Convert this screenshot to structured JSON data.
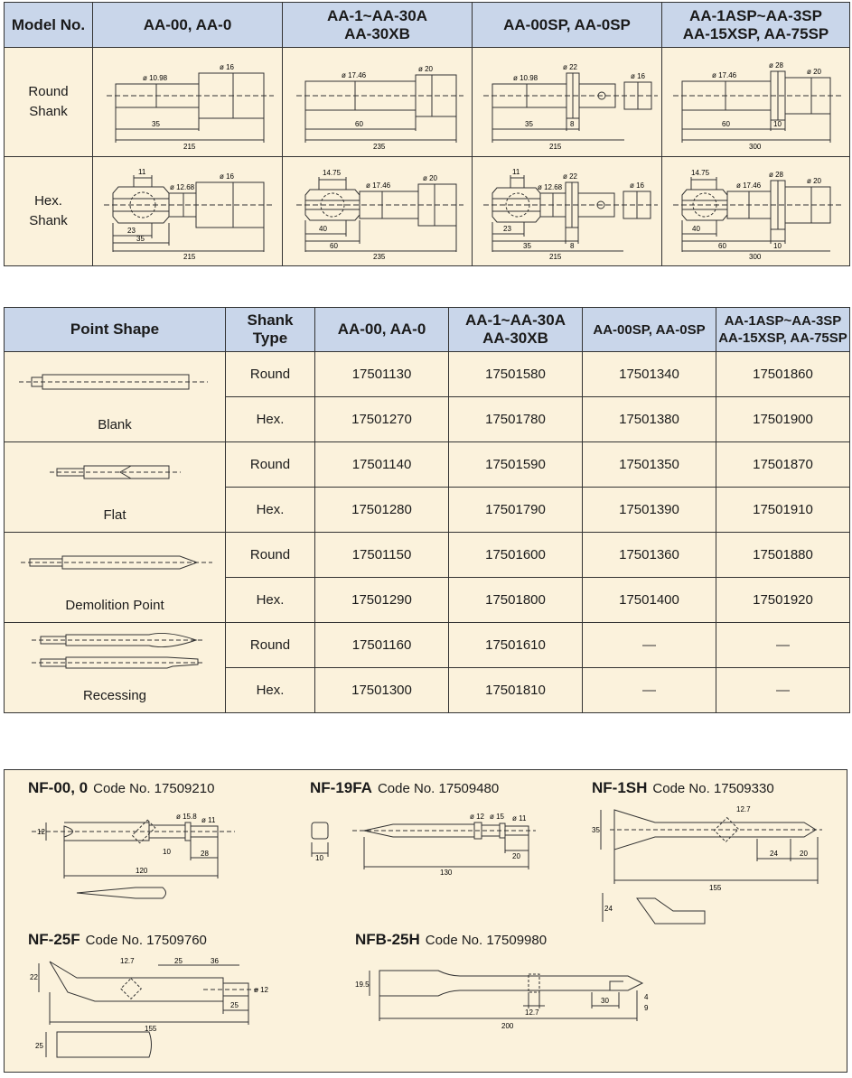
{
  "model_table": {
    "headers": [
      "Model No.",
      "AA-00, AA-0",
      "AA-1~AA-30A",
      "AA-30XB",
      "AA-00SP, AA-0SP",
      "AA-1ASP~AA-3SP",
      "AA-15XSP, AA-75SP"
    ],
    "rows": [
      {
        "label_1": "Round",
        "label_2": "Shank",
        "d1": {
          "dia_small": "ø 10.98",
          "dia_large": "ø 16",
          "len_a": "35",
          "len_total": "215"
        },
        "d2": {
          "dia_small": "ø 17.46",
          "dia_large": "ø 20",
          "len_a": "60",
          "len_total": "235"
        },
        "d3": {
          "dia_small": "ø 10.98",
          "dia_collar": "ø 22",
          "dia_large": "ø 16",
          "len_a": "35",
          "len_b": "8",
          "len_total": "215"
        },
        "d4": {
          "dia_small": "ø 17.46",
          "dia_collar": "ø 28",
          "dia_large": "ø 20",
          "len_a": "60",
          "len_b": "10",
          "len_total": "300"
        }
      },
      {
        "label_1": "Hex.",
        "label_2": "Shank",
        "d1": {
          "hex": "11",
          "dia_small": "ø 12.68",
          "dia_large": "ø 16",
          "len_a": "23",
          "len_b": "35",
          "len_total": "215"
        },
        "d2": {
          "hex": "14.75",
          "dia_small": "ø 17.46",
          "dia_large": "ø 20",
          "len_a": "40",
          "len_b": "60",
          "len_total": "235"
        },
        "d3": {
          "hex": "11",
          "dia_small": "ø 12.68",
          "dia_collar": "ø 22",
          "dia_large": "ø 16",
          "len_a": "23",
          "len_b": "35",
          "len_c": "8",
          "len_total": "215"
        },
        "d4": {
          "hex": "14.75",
          "dia_small": "ø 17.46",
          "dia_collar": "ø 28",
          "dia_large": "ø 20",
          "len_a": "40",
          "len_b": "60",
          "len_c": "10",
          "len_total": "300"
        }
      }
    ]
  },
  "code_table": {
    "headers": {
      "shape": "Point Shape",
      "shank_1": "Shank",
      "shank_2": "Type",
      "c1": "AA-00, AA-0",
      "c2a": "AA-1~AA-30A",
      "c2b": "AA-30XB",
      "c3": "AA-00SP, AA-0SP",
      "c4a": "AA-1ASP~AA-3SP",
      "c4b": "AA-15XSP, AA-75SP"
    },
    "groups": [
      {
        "name": "Blank",
        "rows": [
          {
            "shank": "Round",
            "codes": [
              "17501130",
              "17501580",
              "17501340",
              "17501860"
            ]
          },
          {
            "shank": "Hex.",
            "codes": [
              "17501270",
              "17501780",
              "17501380",
              "17501900"
            ]
          }
        ]
      },
      {
        "name": "Flat",
        "rows": [
          {
            "shank": "Round",
            "codes": [
              "17501140",
              "17501590",
              "17501350",
              "17501870"
            ]
          },
          {
            "shank": "Hex.",
            "codes": [
              "17501280",
              "17501790",
              "17501390",
              "17501910"
            ]
          }
        ]
      },
      {
        "name": "Demolition Point",
        "rows": [
          {
            "shank": "Round",
            "codes": [
              "17501150",
              "17501600",
              "17501360",
              "17501880"
            ]
          },
          {
            "shank": "Hex.",
            "codes": [
              "17501290",
              "17501800",
              "17501400",
              "17501920"
            ]
          }
        ]
      },
      {
        "name": "Recessing",
        "rows": [
          {
            "shank": "Round",
            "codes": [
              "17501160",
              "17501610",
              "—",
              "—"
            ]
          },
          {
            "shank": "Hex.",
            "codes": [
              "17501300",
              "17501810",
              "—",
              "—"
            ]
          }
        ]
      }
    ]
  },
  "tools": {
    "nf00": {
      "name": "NF-00, 0",
      "code": "Code No. 17509210",
      "d1": "12",
      "d2": "ø 15.8",
      "d3": "ø 11",
      "d4": "10",
      "d5": "28",
      "d6": "120"
    },
    "nf19": {
      "name": "NF-19FA",
      "code": "Code No. 17509480",
      "d1": "10",
      "d2": "ø 12",
      "d3": "ø 15",
      "d4": "ø 11",
      "d5": "20",
      "d6": "130"
    },
    "nf1sh": {
      "name": "NF-1SH",
      "code": "Code No. 17509330",
      "d1": "35",
      "d2": "12.7",
      "d3": "24",
      "d4": "20",
      "d5": "155",
      "d6": "24"
    },
    "nf25f": {
      "name": "NF-25F",
      "code": "Code No. 17509760",
      "d1": "22",
      "d2": "12.7",
      "d3": "25",
      "d4": "36",
      "d5": "ø 12",
      "d6": "25",
      "d7": "155",
      "d8": "25"
    },
    "nfb25h": {
      "name": "NFB-25H",
      "code": "Code No. 17509980",
      "d1": "19.5",
      "d2": "12.7",
      "d3": "30",
      "d4": "4",
      "d5": "9",
      "d6": "200"
    }
  }
}
